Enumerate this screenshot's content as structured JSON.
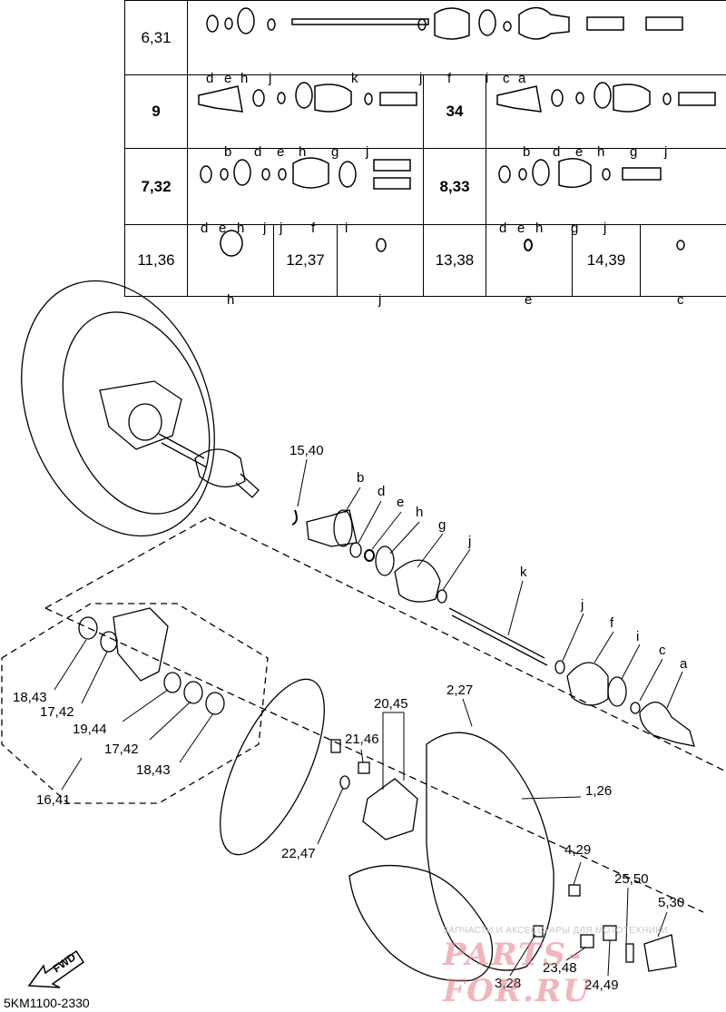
{
  "kits_table": {
    "rows": [
      {
        "cells": [
          {
            "label": "6,31",
            "bold": false,
            "parts": [
              "d",
              "e",
              "h",
              "j",
              "k",
              "j",
              "f",
              "i",
              "c",
              "a"
            ]
          }
        ]
      },
      {
        "cells": [
          {
            "label": "9",
            "bold": true,
            "parts": [
              "b",
              "d",
              "e",
              "h",
              "g",
              "j"
            ]
          },
          {
            "label": "34",
            "bold": true,
            "parts": [
              "b",
              "d",
              "e",
              "h",
              "g",
              "j"
            ]
          }
        ]
      },
      {
        "cells": [
          {
            "label": "7,32",
            "bold": true,
            "parts": [
              "d",
              "e",
              "h",
              "j",
              "j",
              "f",
              "i"
            ]
          },
          {
            "label": "8,33",
            "bold": true,
            "parts": [
              "d",
              "e",
              "h",
              "g",
              "j"
            ]
          }
        ]
      },
      {
        "cells": [
          {
            "label": "11,36",
            "parts": [
              "h"
            ]
          },
          {
            "label": "12,37",
            "parts": [
              "j"
            ]
          },
          {
            "label": "13,38",
            "parts": [
              "e"
            ]
          },
          {
            "label": "14,39",
            "parts": [
              "c"
            ]
          }
        ]
      }
    ]
  },
  "callouts": {
    "c1540": "15,40",
    "b": "b",
    "d": "d",
    "e": "e",
    "h": "h",
    "g": "g",
    "j1": "j",
    "k": "k",
    "j2": "j",
    "f": "f",
    "i": "i",
    "c": "c",
    "a": "a",
    "c1843a": "18,43",
    "c1742a": "17,42",
    "c1944": "19,44",
    "c1742b": "17,42",
    "c1843b": "18,43",
    "c1641": "16,41",
    "c2045": "20,45",
    "c2146": "21,46",
    "c227": "2,27",
    "c126": "1,26",
    "c2247": "22,47",
    "c429": "4,29",
    "c2550": "25,50",
    "c530": "5,30",
    "c2348": "23,48",
    "c328": "3,28",
    "c2449": "24,49"
  },
  "fwd_label": "FWD",
  "footer_code": "5KM1100-2330",
  "watermark": {
    "top": "ЗАПЧАСТИ И АКСЕССУАРЫ ДЛЯ МОТОТЕХНИКИ",
    "logo": "PARTS-FOR.RU"
  }
}
